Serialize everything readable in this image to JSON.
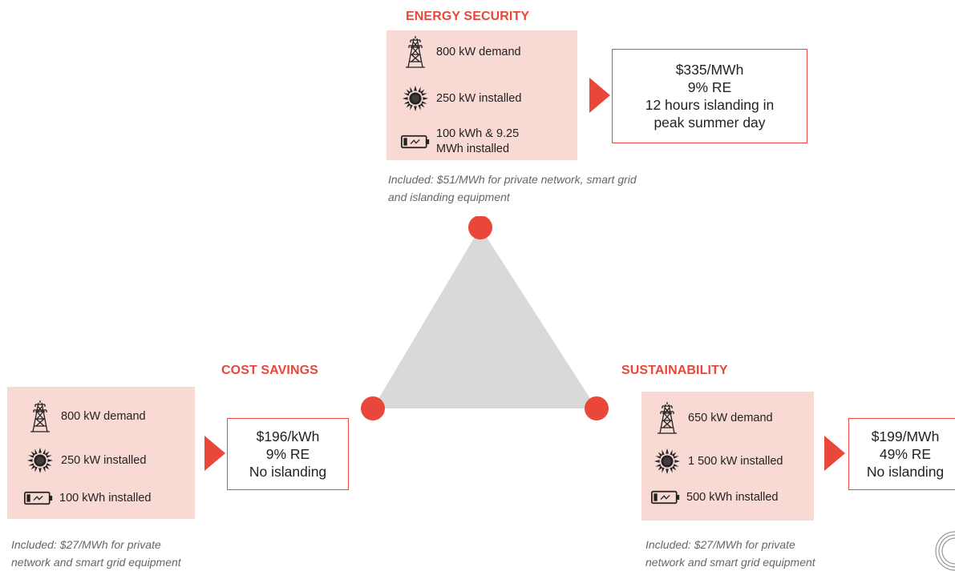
{
  "center": {
    "triangle_color": "#d9d9d9",
    "node_color": "#e8473a",
    "nodes": [
      "energy-security",
      "cost-savings",
      "sustainability"
    ]
  },
  "energy_security": {
    "title": "ENERGY SECURITY",
    "items": [
      {
        "icon": "transmission-tower-icon",
        "text": "800 kW demand"
      },
      {
        "icon": "sun-icon",
        "text": "250 kW installed"
      },
      {
        "icon": "battery-icon",
        "text_line1": "100 kWh & 9.25",
        "text_line2": "MWh installed"
      }
    ],
    "result_lines": [
      "$335/MWh",
      "9% RE",
      "12 hours islanding in",
      "peak summer day"
    ],
    "note_lines": [
      "Included: $51/MWh for private network, smart grid",
      "and islanding equipment"
    ]
  },
  "cost_savings": {
    "title": "COST SAVINGS",
    "items": [
      {
        "icon": "transmission-tower-icon",
        "text": "800 kW demand"
      },
      {
        "icon": "sun-icon",
        "text": "250 kW installed"
      },
      {
        "icon": "battery-icon",
        "text": "100 kWh installed"
      }
    ],
    "result_lines": [
      "$196/kWh",
      "9% RE",
      "No islanding"
    ],
    "note_lines": [
      "Included: $27/MWh for private",
      "network and smart grid equipment"
    ]
  },
  "sustainability": {
    "title": "SUSTAINABILITY",
    "items": [
      {
        "icon": "transmission-tower-icon",
        "text": "650 kW demand"
      },
      {
        "icon": "sun-icon",
        "text": "1 500 kW installed"
      },
      {
        "icon": "battery-icon",
        "text": "500 kWh installed"
      }
    ],
    "result_lines": [
      "$199/MWh",
      "49% RE",
      "No islanding"
    ],
    "note_lines": [
      "Included: $27/MWh for private",
      "network and smart grid equipment"
    ]
  },
  "colors": {
    "accent": "#e8473a",
    "panel": "#f8d9d4",
    "triangle": "#d9d9d9",
    "note_text": "#666666"
  }
}
